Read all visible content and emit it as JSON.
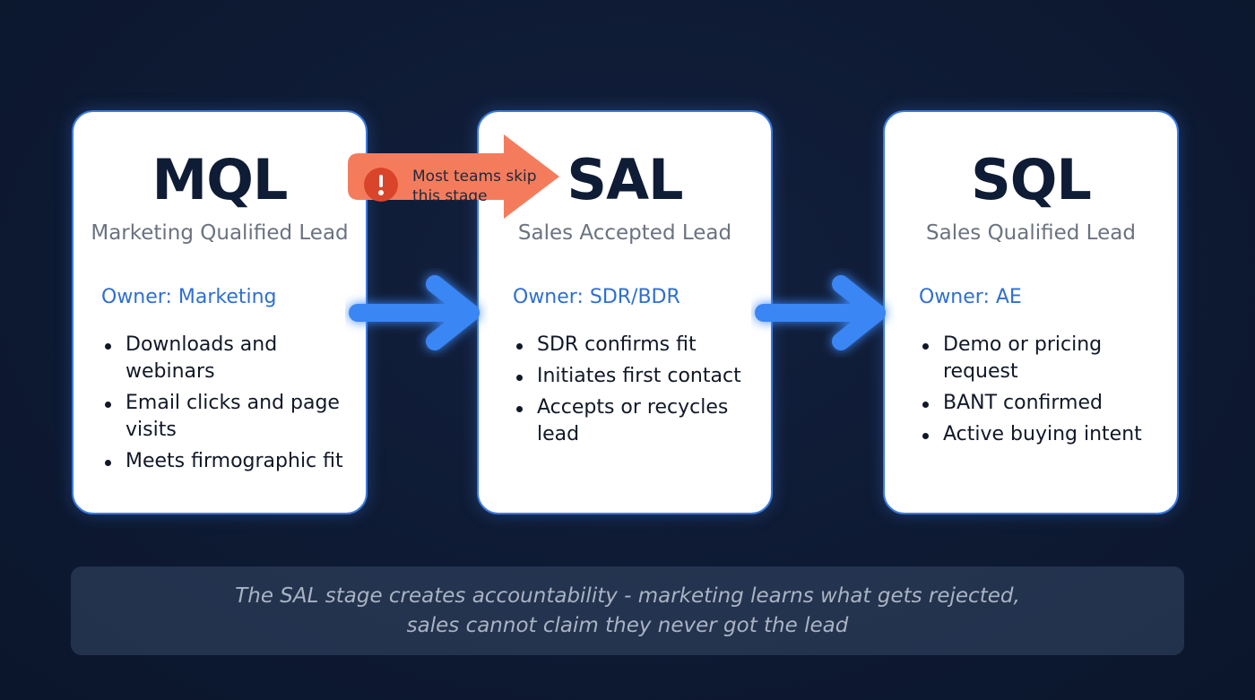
{
  "stages": [
    {
      "title": "MQL",
      "subtitle": "Marketing Qualified Lead",
      "owner": "Owner: Marketing",
      "items": [
        "Downloads and webinars",
        "Email clicks and page visits",
        "Meets firmographic fit"
      ]
    },
    {
      "title": "SAL",
      "subtitle": "Sales Accepted Lead",
      "owner": "Owner: SDR/BDR",
      "items": [
        "SDR confirms fit",
        "Initiates first contact",
        "Accepts or recycles lead"
      ]
    },
    {
      "title": "SQL",
      "subtitle": "Sales Qualified Lead",
      "owner": "Owner: AE",
      "items": [
        "Demo or pricing request",
        "BANT confirmed",
        "Active buying intent"
      ]
    }
  ],
  "callout": {
    "text": "Most teams skip this stage",
    "icon": "alert-icon",
    "color": "#f47c5d"
  },
  "footer": {
    "line1": "The SAL stage creates accountability - marketing learns what gets rejected,",
    "line2": "sales cannot claim they never got the lead"
  },
  "colors": {
    "background": "#0e1a33",
    "card_border": "#3b7be0",
    "owner_text": "#2f6fd0",
    "arrow": "#3a86f5",
    "callout": "#f47c5d"
  }
}
